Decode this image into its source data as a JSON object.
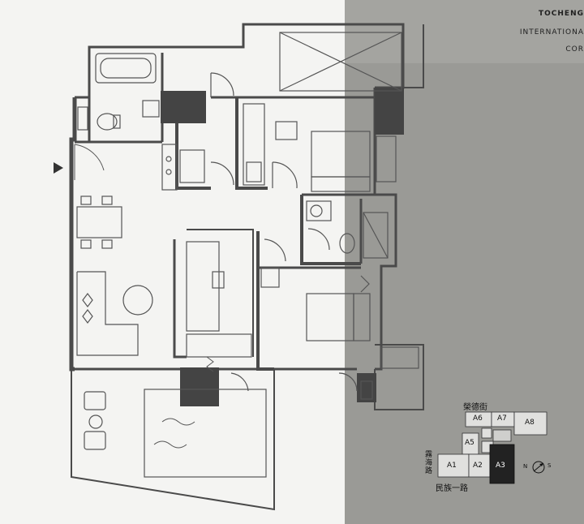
{
  "header": {
    "brand": "TOCHENG",
    "line2": "INTERNATIONA",
    "line3": "COR"
  },
  "keyplan": {
    "streets": {
      "top": "榮德街",
      "left": "霧海路",
      "bottom": "民族一路"
    },
    "units": [
      "A1",
      "A2",
      "A3",
      "A5",
      "A6",
      "A7",
      "A8"
    ],
    "highlighted": "A3",
    "compass": {
      "n": "N",
      "s": "S"
    }
  },
  "colors": {
    "background": "#f4f4f2",
    "grey_panel": "#9a9a96",
    "wall": "#4a4a4a",
    "highlight": "#222222"
  }
}
